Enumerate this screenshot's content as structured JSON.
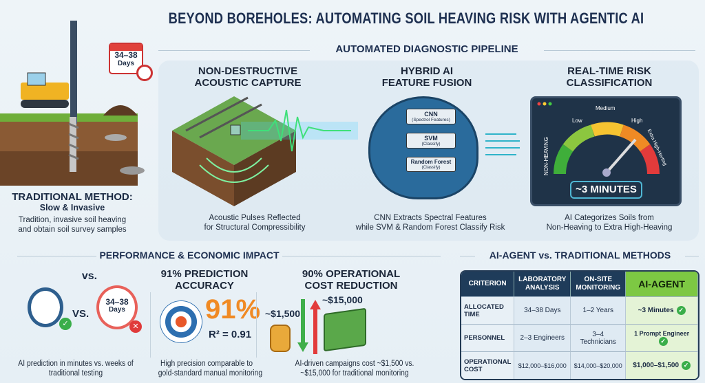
{
  "title": "BEYOND BOREHOLES: AUTOMATING SOIL HEAVING RISK WITH AGENTIC AI",
  "traditional": {
    "calendar": "34–38",
    "calendar_unit": "Days",
    "heading": "TRADITIONAL METHOD:",
    "sub": "Slow & Invasive",
    "desc_1": "Tradition, invasive soil heaving",
    "desc_2": "and obtain soil survey samples"
  },
  "pipeline": {
    "heading": "AUTOMATED DIAGNOSTIC PIPELINE",
    "steps": [
      {
        "title_1": "NON-DESTRUCTIVE",
        "title_2": "ACOUSTIC CAPTURE",
        "cap_1": "Acoustic Pulses Reflected",
        "cap_2": "for Structural Compressibility"
      },
      {
        "title_1": "HYBRID AI",
        "title_2": "FEATURE FUSION",
        "cap_1": "CNN Extracts Spectral Features",
        "cap_2": "while SVM & Random Forest Classify Risk",
        "models": [
          {
            "name": "CNN",
            "role": "(Spectrol Features)"
          },
          {
            "name": "SVM",
            "role": "(Classify)"
          },
          {
            "name": "Random Forest",
            "role": "(Classify)"
          }
        ]
      },
      {
        "title_1": "REAL-TIME RISK",
        "title_2": "CLASSIFICATION",
        "cap_1": "AI Categorizes Soils from",
        "cap_2": "Non-Heaving to Extra High-Heaving",
        "gauge_labels": [
          "NON-HEAVING",
          "Low",
          "Medium",
          "High",
          "Extra High-Herting"
        ],
        "readout": "~3 MINUTES"
      }
    ]
  },
  "impact": {
    "heading": "PERFORMANCE & ECONOMIC IMPACT",
    "speed": {
      "heading": "vs.",
      "vs": "VS.",
      "calendar": "34–38",
      "calendar_unit": "Days",
      "cap_1": "AI prediction in minutes vs. weeks of",
      "cap_2": "traditional testing"
    },
    "accuracy": {
      "heading_1": "91% PREDICTION",
      "heading_2": "ACCURACY",
      "big": "91%",
      "r2": "R² = 0.91",
      "cap_1": "High precision comparable to",
      "cap_2": "gold-standard manual monitoring"
    },
    "cost": {
      "heading_1": "90% OPERATIONAL",
      "heading_2": "COST REDUCTION",
      "low": "~$1,500",
      "high": "~$15,000",
      "cap_1": "AI-driven campaigns cost ~$1,500 vs.",
      "cap_2": "~$15,000 for traditional monitoring"
    }
  },
  "comparison": {
    "heading": "AI-AGENT vs. TRADITIONAL METHODS",
    "headers": [
      "CRITERION",
      "LABORATORY ANALYSIS",
      "ON-SITE MONITORING",
      "AI-AGENT"
    ],
    "rows": [
      [
        "ALLOCATED TIME",
        "34–38 Days",
        "1–2 Years",
        "~3 Minutes"
      ],
      [
        "PERSONNEL",
        "2–3 Engineers",
        "3–4 Technicians",
        "1 Prompt Engineer"
      ],
      [
        "OPERATIONAL COST",
        "$12,000–$16,000",
        "$14,000–$20,000",
        "$1,000–$1,500"
      ]
    ]
  },
  "colors": {
    "navy": "#1d2f50",
    "green": "#7dc843",
    "orange": "#f08a24",
    "red": "#e23b3b"
  }
}
